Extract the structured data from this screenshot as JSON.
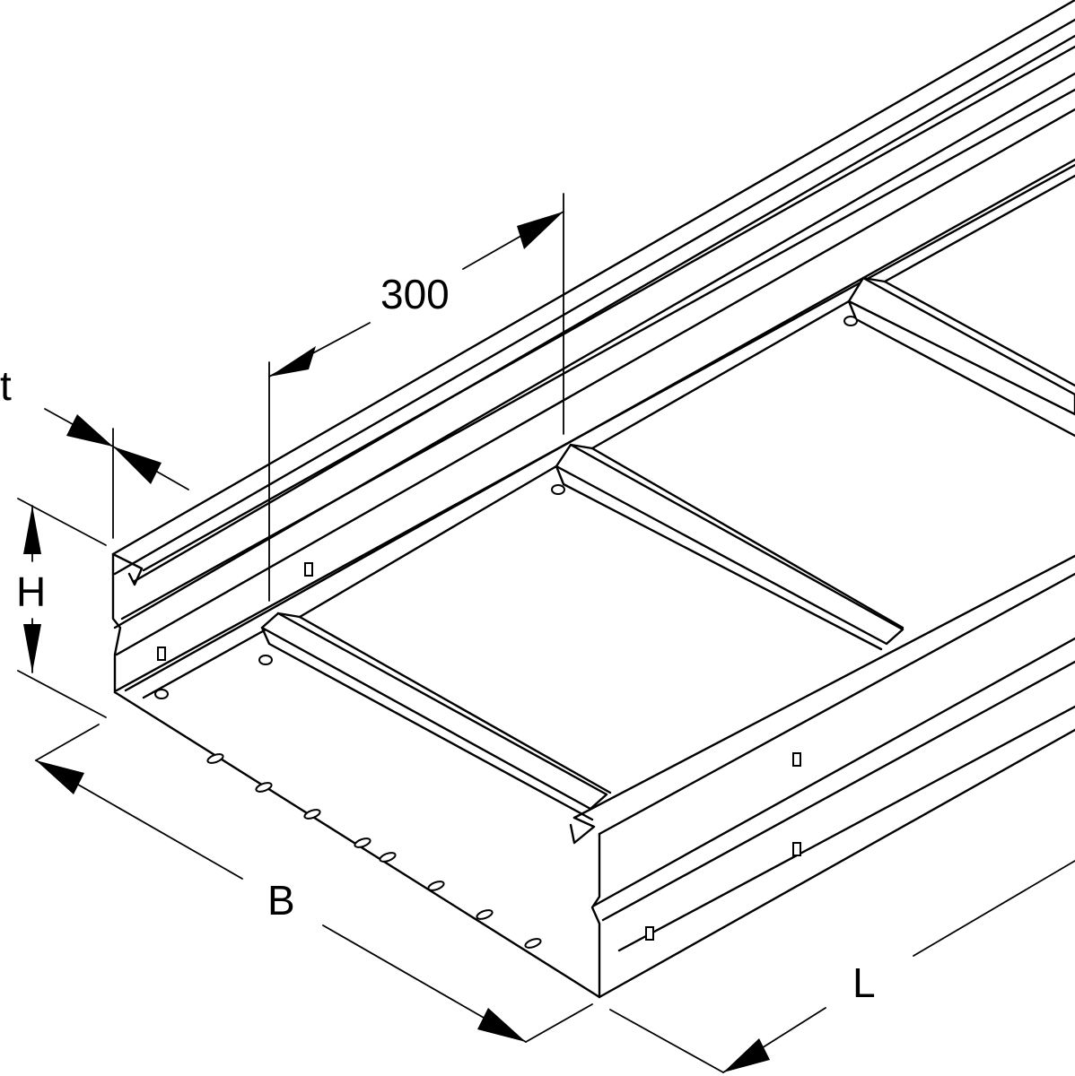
{
  "dimensions": {
    "spacing": "300",
    "thickness": "t",
    "height": "H",
    "width": "B",
    "length": "L"
  },
  "colors": {
    "line": "#000000",
    "background": "#ffffff"
  }
}
